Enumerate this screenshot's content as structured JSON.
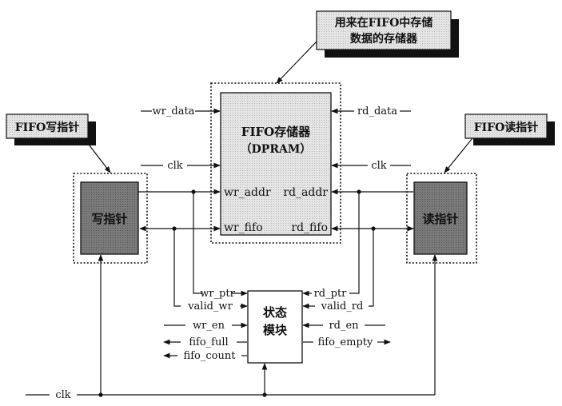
{
  "callouts": {
    "memory": [
      "用来在FIFO中存储",
      "数据的存储器"
    ],
    "write_pointer": "FIFO写指针",
    "read_pointer": "FIFO读指针"
  },
  "memory_block": {
    "title": "FIFO存储器",
    "subtitle": "（DPRAM）",
    "ports": {
      "wr_addr": "wr_addr",
      "rd_addr": "rd_addr",
      "wr_fifo": "wr_fifo",
      "rd_fifo": "rd_fifo"
    }
  },
  "write_pointer_block": "写指针",
  "read_pointer_block": "读指针",
  "status_block": [
    "状态",
    "模块"
  ],
  "signals": {
    "wr_data": "wr_data",
    "rd_data": "rd_data",
    "clk_left": "clk",
    "clk_right": "clk",
    "clk_bottom": "clk",
    "wr_ptr": "wr_ptr",
    "rd_ptr": "rd_ptr",
    "valid_wr": "valid_wr",
    "valid_rd": "valid_rd",
    "wr_en": "wr_en",
    "rd_en": "rd_en",
    "fifo_full": "fifo_full",
    "fifo_empty": "fifo_empty",
    "fifo_count": "fifo_count"
  }
}
